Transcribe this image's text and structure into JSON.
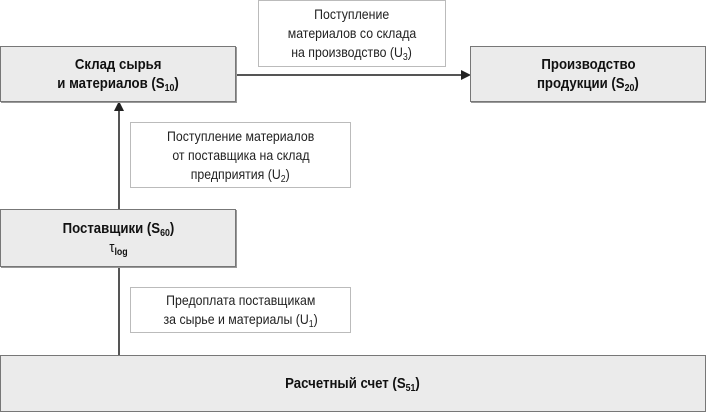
{
  "nodes": {
    "s10": {
      "line1": "Склад сырья",
      "line2": "и материалов (S",
      "sub": "10",
      "close": ")"
    },
    "s20": {
      "line1": "Производство",
      "line2": "продукции (S",
      "sub": "20",
      "close": ")"
    },
    "s60": {
      "line1": "Поставщики (S",
      "sub": "60",
      "close": ")",
      "tau": "τ",
      "tau_sub": "log"
    },
    "s51": {
      "line1": "Расчетный счет (S",
      "sub": "51",
      "close": ")"
    }
  },
  "flows": {
    "u3": {
      "line1": "Поступление",
      "line2": "материалов со склада",
      "line3": "на производство (U",
      "sub": "3",
      "close": ")"
    },
    "u2": {
      "line1": "Поступление материалов",
      "line2": "от поставщика на склад",
      "line3": "предприятия (U",
      "sub": "2",
      "close": ")"
    },
    "u1": {
      "line1": "Предоплата поставщикам",
      "line2": "за сырье и материалы (U",
      "sub": "1",
      "close": ")"
    }
  }
}
